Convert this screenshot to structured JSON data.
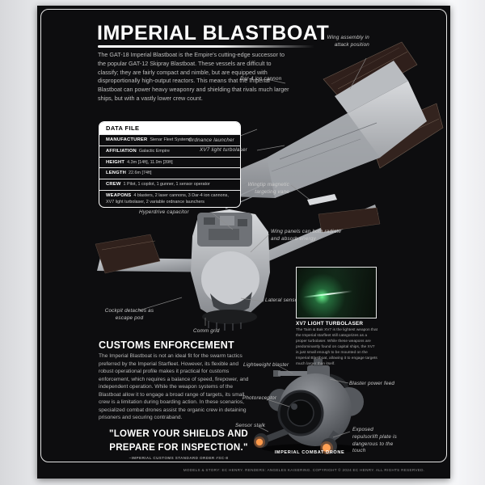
{
  "poster": {
    "title": "IMPERIAL BLASTBOAT",
    "intro": "The GAT-18 Imperial Blastboat is the Empire's cutting-edge successor to the popular GAT-12 Skipray Blastboat. These vessels are difficult to classify; they are fairly compact and nimble, but are equipped with disproportionally high-output reactors. This means that the Imperial Blastboat can power heavy weaponry and shielding that rivals much larger ships, but with a vastly lower crew count.",
    "credits": "MODELS & STORY: EC HENRY. RENDERS: ANGELES KAISERING. COPYRIGHT © 2024 EC HENRY. ALL RIGHTS RESERVED."
  },
  "data_file": {
    "title": "DATA FILE",
    "rows": [
      {
        "label": "MANUFACTURER",
        "value": "Sienar Fleet Systems"
      },
      {
        "label": "AFFILIATION",
        "value": "Galactic Empire"
      },
      {
        "label": "HEIGHT",
        "value": "4.3m [14ft], 11.9m [39ft]"
      },
      {
        "label": "LENGTH",
        "value": "22.6m [74ft]"
      },
      {
        "label": "CREW",
        "value": "1 Pilot, 1 copilot, 1 gunner, 1 sensor operator"
      },
      {
        "label": "WEAPONS",
        "value": "4 blasters, 2 laser cannons, 3 Dar-4 ion cannons, XV7 light turbolaser, 2 variable ordnance launchers"
      }
    ]
  },
  "callouts": {
    "wing_assembly": "Wing assembly in attack position",
    "dar4": "Dar-4 ion cannon",
    "ordnance": "Ordnance launcher",
    "xv7": "XV7 light turbolaser",
    "wingtip": "Wingtip magnetic targeting vane",
    "hyperdrive": "Hyperdrive capacitor",
    "wing_panels": "Wing panels can both radiate and absorb energy",
    "lateral": "Lateral sensor suite",
    "cockpit": "Cockpit detaches as escape pod",
    "comm_grid": "Comm grid",
    "lightweight_blaster": "Lightweight blaster",
    "blaster_power_feed": "Blaster power feed",
    "photoreceptor": "Photoreceptor",
    "sensor_stalk": "Sensor stalk",
    "exposed_plate": "Exposed repulsorlift plate is dangerous to the touch"
  },
  "xv7_panel": {
    "heading": "XV7 LIGHT TURBOLASER",
    "body": "The Taim & Bak XV7 is the lightest weapon that the Imperial starfleet still categorizes as a proper turbolaser. While these weapons are predominantly found on capital ships, the XV7 is just small enough to be mounted on the Imperial Blastboat, allowing it to engage targets much larger than itself."
  },
  "customs": {
    "heading": "CUSTOMS ENFORCEMENT",
    "body": "The Imperial Blastboat is not an ideal fit for the swarm tactics preferred by the Imperial Starfleet. However, its flexible and robust operational profile makes it practical for customs enforcement, which requires a balance of speed, firepower, and independent operation. While the weapon systems of the Blastboat allow it to engage a broad range of targets, its small crew is a limitation during boarding action. In these scenarios, specialized combat drones assist the organic crew in detaining prisoners and securing contraband.",
    "quote_line1": "\"LOWER YOUR SHIELDS AND",
    "quote_line2": "PREPARE FOR INSPECTION.\"",
    "attribution": "–IMPERIAL CUSTOMS STANDARD ORDER #SC-8"
  },
  "drone": {
    "caption": "IMPERIAL COMBAT DRONE"
  },
  "colors": {
    "poster_bg": "#0d0d0f",
    "page_bg": "#e9eaec",
    "panel_maroon": "#31211c",
    "hull_gray": "#c3c6ca",
    "turbolaser_green": "#6eff96",
    "drone_sensor_orange": "#ff8a3c",
    "text_light": "#cbcbcb"
  }
}
